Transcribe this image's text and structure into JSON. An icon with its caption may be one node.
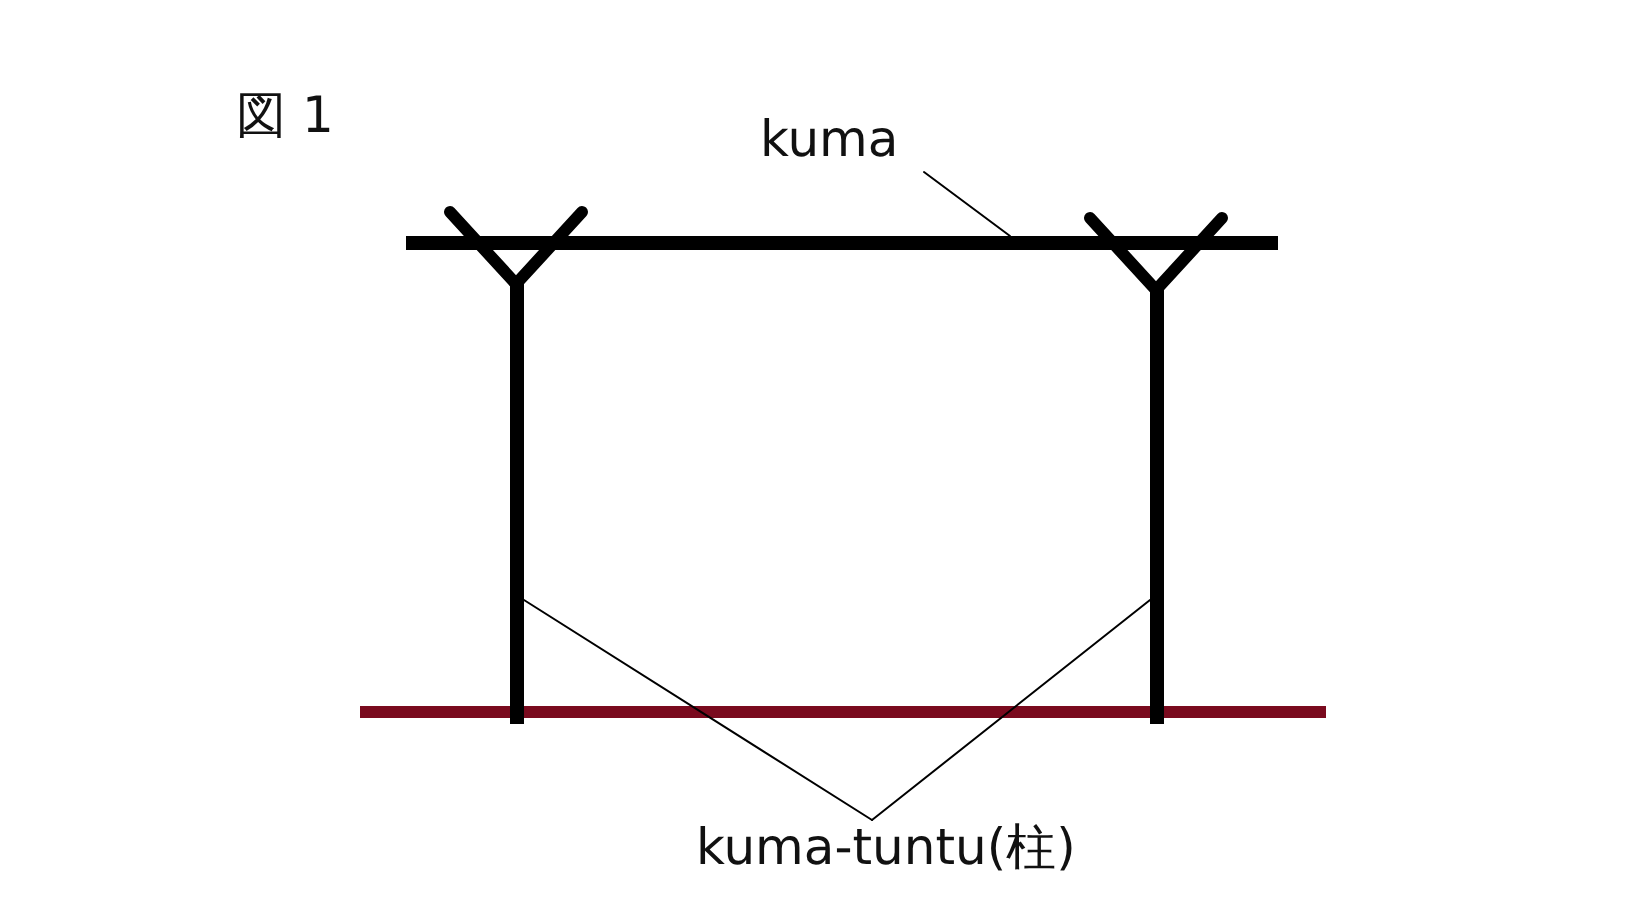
{
  "diagram": {
    "title": "図 1",
    "nodes": [
      {
        "text": [
          "kuma"
        ]
      },
      {
        "text": [],
        "shape": "bar"
      },
      {
        "text": [],
        "shape": "bar"
      },
      {
        "text": [],
        "shape": "bar"
      },
      {
        "text": [
          "kuma-tuntu(柱)"
        ]
      }
    ],
    "edges": [
      {
        "from": 0,
        "to": 1,
        "arrow": "none"
      },
      {
        "from": 4,
        "to": 2,
        "arrow": "none"
      },
      {
        "from": 4,
        "to": 3,
        "arrow": "none"
      }
    ]
  }
}
